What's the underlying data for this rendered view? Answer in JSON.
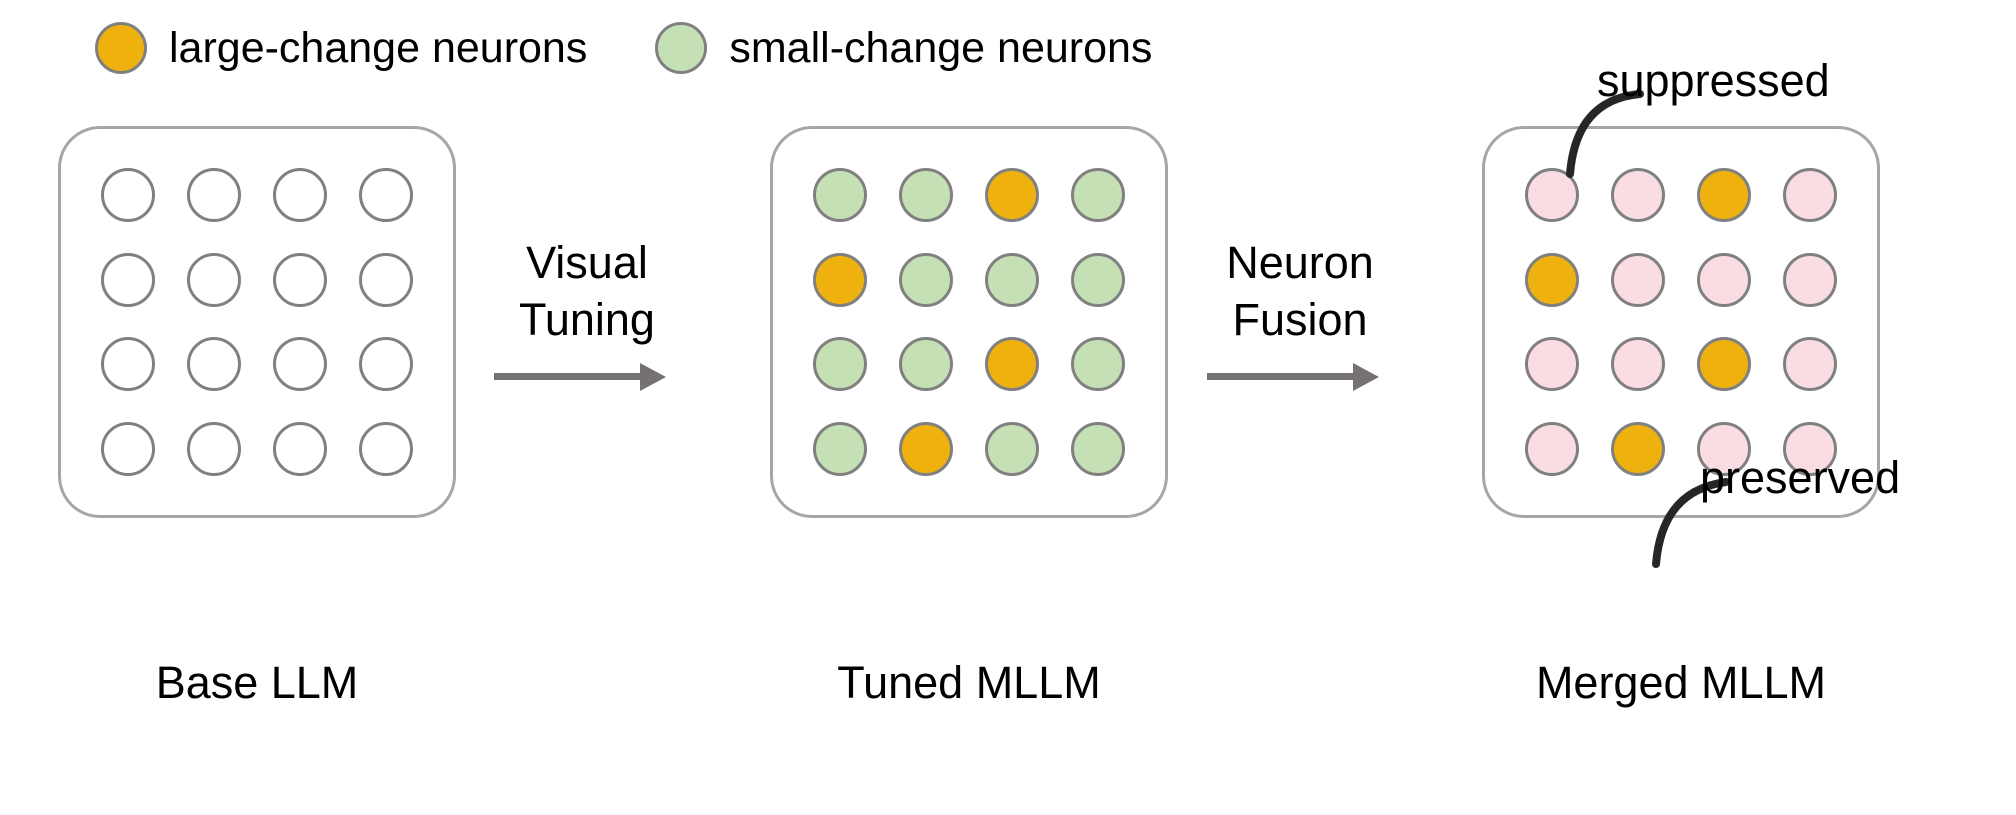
{
  "legend": {
    "items": [
      {
        "label": "large-change neurons",
        "swatch": "large-change-swatch",
        "color": "#EFB10D"
      },
      {
        "label": "small-change neurons",
        "swatch": "small-change-swatch",
        "color": "#C5E0B4"
      }
    ]
  },
  "colors": {
    "large_change": "#EFB10D",
    "small_change": "#C5E0B4",
    "suppressed": "#FADDE3",
    "empty": "#FFFFFF",
    "node_stroke": "#808080",
    "panel_stroke": "#A6A6A6",
    "arrow": "#767171",
    "leader_line": "#262626"
  },
  "panels": [
    {
      "id": "base-llm",
      "caption": "Base LLM",
      "grid": [
        [
          "empty",
          "empty",
          "empty",
          "empty"
        ],
        [
          "empty",
          "empty",
          "empty",
          "empty"
        ],
        [
          "empty",
          "empty",
          "empty",
          "empty"
        ],
        [
          "empty",
          "empty",
          "empty",
          "empty"
        ]
      ]
    },
    {
      "id": "tuned-mllm",
      "caption": "Tuned MLLM",
      "grid": [
        [
          "small",
          "small",
          "large",
          "small"
        ],
        [
          "large",
          "small",
          "small",
          "small"
        ],
        [
          "small",
          "small",
          "large",
          "small"
        ],
        [
          "small",
          "large",
          "small",
          "small"
        ]
      ]
    },
    {
      "id": "merged-mllm",
      "caption": "Merged MLLM",
      "grid": [
        [
          "suppressed",
          "suppressed",
          "large",
          "suppressed"
        ],
        [
          "large",
          "suppressed",
          "suppressed",
          "suppressed"
        ],
        [
          "suppressed",
          "suppressed",
          "large",
          "suppressed"
        ],
        [
          "suppressed",
          "large",
          "suppressed",
          "suppressed"
        ]
      ]
    }
  ],
  "transitions": [
    {
      "id": "visual-tuning",
      "line1": "Visual",
      "line2": "Tuning"
    },
    {
      "id": "neuron-fusion",
      "line1": "Neuron",
      "line2": "Fusion"
    }
  ],
  "callouts": [
    {
      "id": "suppressed",
      "label": "suppressed"
    },
    {
      "id": "preserved",
      "label": "preserved"
    }
  ]
}
